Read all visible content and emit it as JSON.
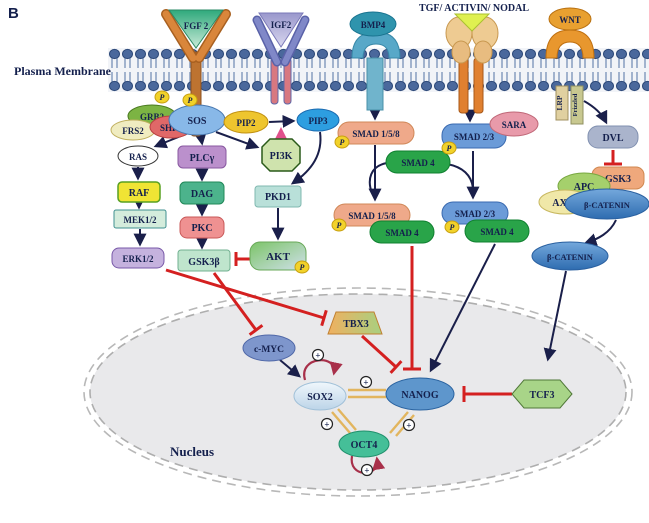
{
  "panel": {
    "label": "B"
  },
  "labels": {
    "plasma_membrane": "Plasma Membrane",
    "nucleus": "Nucleus"
  },
  "ligands": {
    "fgf2": "FGF 2",
    "igf2": "IGF2",
    "bmp4": "BMP4",
    "tgf_activin_nodal": "TGF/ ACTIVIN/ NODAL",
    "wnt": "WNT"
  },
  "coreceptors": {
    "lrp": "LRP",
    "frizzled": "Frizzled"
  },
  "proteins": {
    "grb2": "GRB2",
    "frs2": "FRS2",
    "shp2": "SHP2",
    "sos": "SOS",
    "ras": "RAS",
    "raf": "RAF",
    "mek12": "MEK1/2",
    "erk12": "ERK1/2",
    "plcg": "PLCγ",
    "dag": "DAG",
    "pkc": "PKC",
    "gsk3b": "GSK3β",
    "pip2": "PIP2",
    "pip3": "PIP3",
    "pi3k": "PI3K",
    "pkd1": "PKD1",
    "akt": "AKT",
    "smad158": "SMAD 1/5/8",
    "smad23": "SMAD 2/3",
    "sara": "SARA",
    "smad4": "SMAD 4",
    "dvl": "DVL",
    "gsk3": "GSK3",
    "apc": "APC",
    "axin": "AXIN",
    "beta_catenin": "β-CATENIN",
    "tbx3": "TBX3",
    "cmyc": "c-MYC",
    "sox2": "SOX2",
    "nanog": "NANOG",
    "oct4": "OCT4",
    "tcf3": "TCF3"
  },
  "symbols": {
    "phospho": "P",
    "positive": "+"
  },
  "colors": {
    "inhibition_red": "#d42020",
    "activation_navy": "#1a1f4a",
    "coactivation_tan": "#e2b55e",
    "self_activation_darkred": "#a8304a",
    "catalysis_pink": "#e0508c",
    "membrane_blue": "#4a689c",
    "nucleus_fill": "#e9e9eb"
  }
}
